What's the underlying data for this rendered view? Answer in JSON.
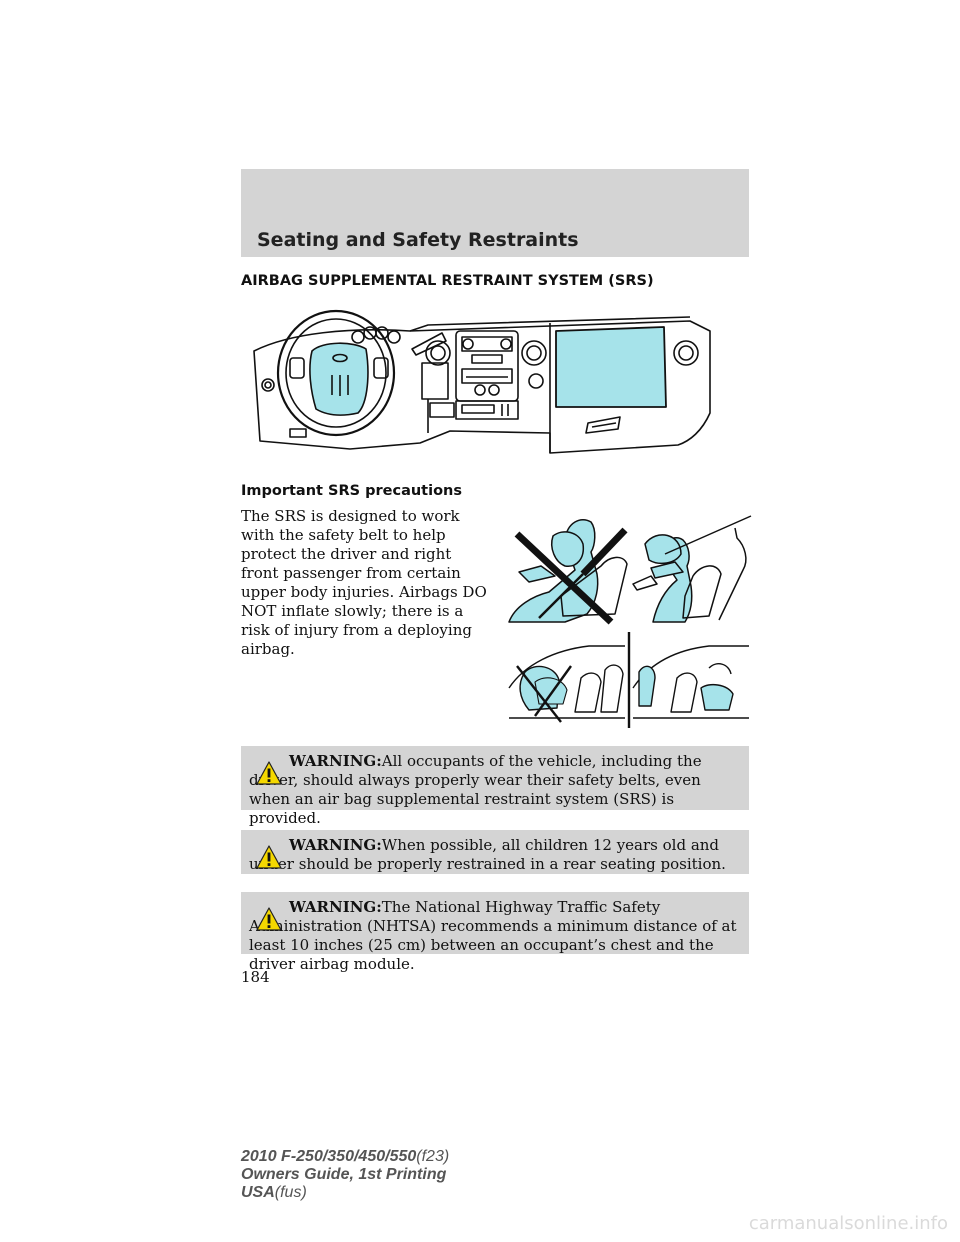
{
  "header": {
    "title": "Seating and Safety Restraints"
  },
  "section_title": "AIRBAG SUPPLEMENTAL RESTRAINT SYSTEM (SRS)",
  "subhead": "Important SRS precautions",
  "intro_text": "The SRS is designed to work with the safety belt to help protect the driver and right front passenger from certain upper body injuries. Airbags DO NOT inflate slowly; there is a risk of injury from a deploying airbag.",
  "warnings": [
    {
      "label": "WARNING:",
      "text": "All occupants of the vehicle, including the driver, should always properly wear their safety belts, even when an air bag supplemental restraint system (SRS) is provided."
    },
    {
      "label": "WARNING:",
      "text": "When possible, all children 12 years old and under should be properly restrained in a rear seating position."
    },
    {
      "label": "WARNING:",
      "text": "The National Highway Traffic Safety Administration (NHTSA) recommends a minimum distance of at least 10 inches (25 cm) between an occupant’s chest and the driver airbag module."
    }
  ],
  "page_number": "184",
  "footer": {
    "model": "2010 F-250/350/450/550",
    "model_code": "(f23)",
    "guide": "Owners Guide, 1st Printing",
    "market": "USA",
    "market_code": "(fus)"
  },
  "watermark": "carmanualsonline.info",
  "colors": {
    "band": "#d4d4d4",
    "airbag": "#a6e3ea",
    "ink": "#111111",
    "warning_icon": "#f5d800"
  }
}
